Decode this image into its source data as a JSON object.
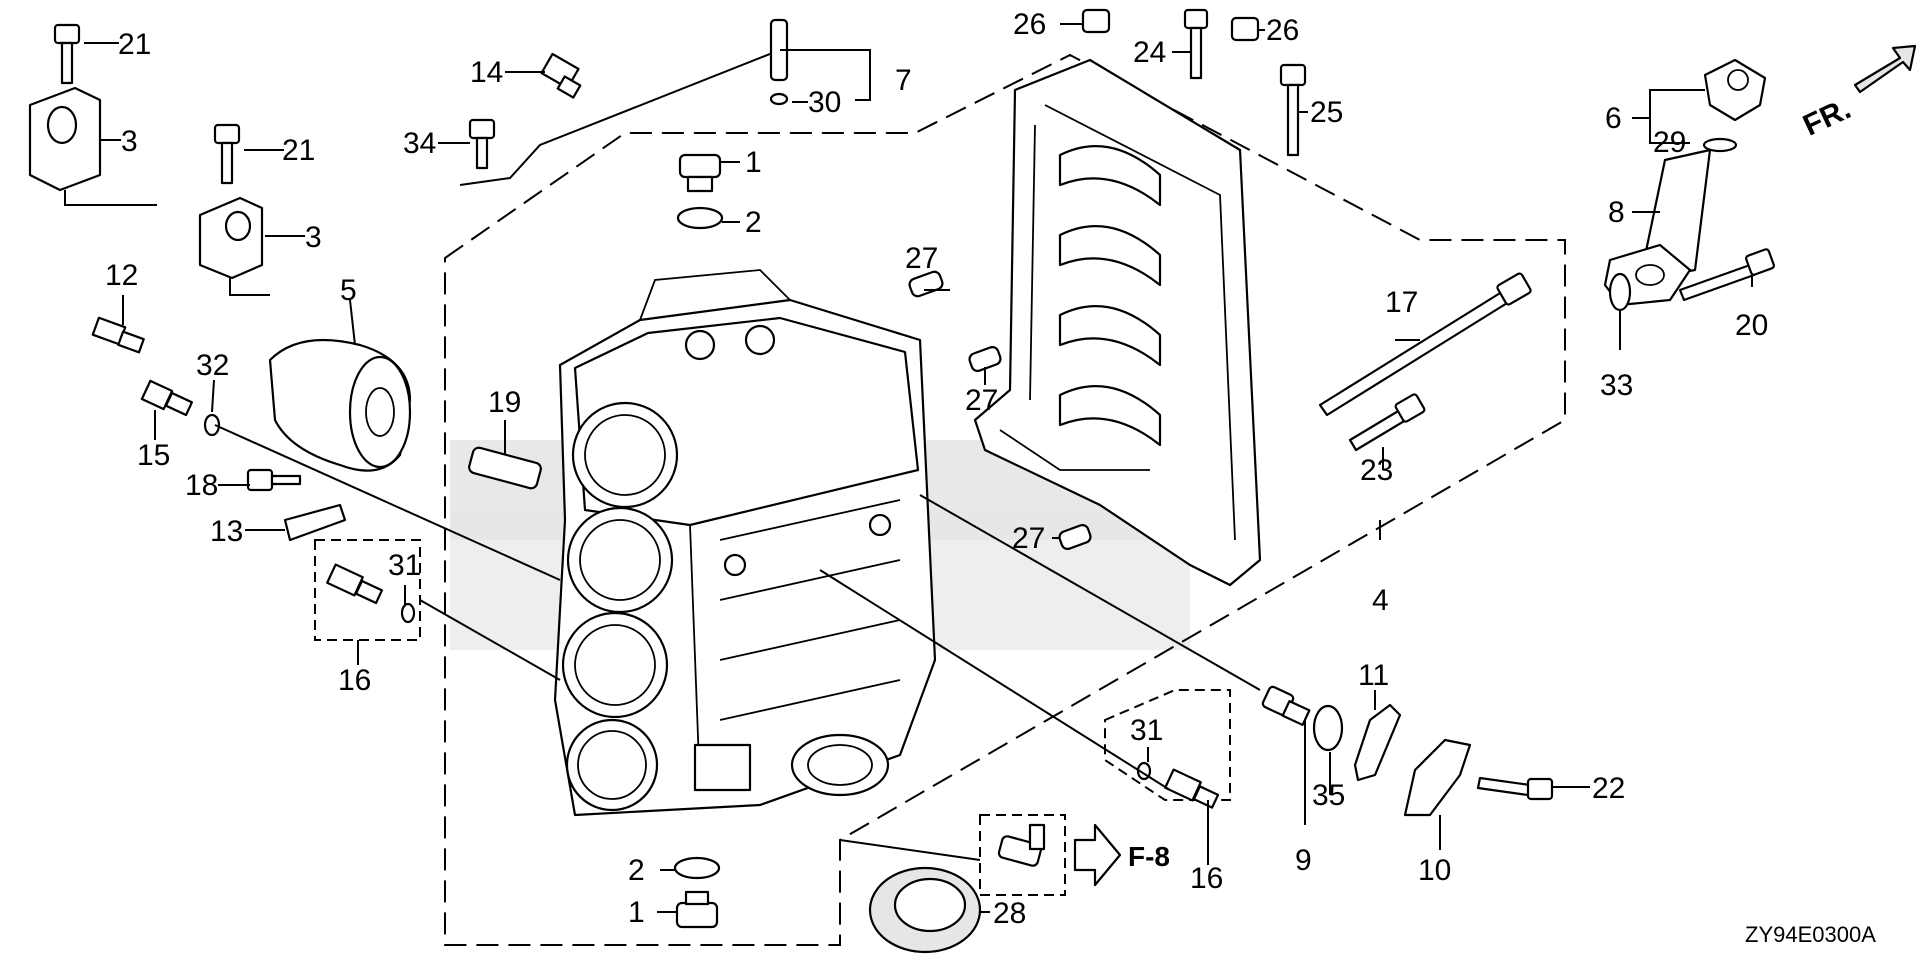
{
  "callouts": {
    "c1a": "1",
    "c1b": "1",
    "c2a": "2",
    "c2b": "2",
    "c3a": "3",
    "c3b": "3",
    "c4": "4",
    "c5": "5",
    "c6": "6",
    "c7": "7",
    "c8": "8",
    "c9": "9",
    "c10": "10",
    "c11": "11",
    "c12": "12",
    "c13": "13",
    "c14": "14",
    "c15": "15",
    "c16a": "16",
    "c16b": "16",
    "c17": "17",
    "c18": "18",
    "c19": "19",
    "c20": "20",
    "c21a": "21",
    "c21b": "21",
    "c22": "22",
    "c23": "23",
    "c24": "24",
    "c25": "25",
    "c26a": "26",
    "c26b": "26",
    "c27a": "27",
    "c27b": "27",
    "c27c": "27",
    "c28": "28",
    "c29": "29",
    "c30": "30",
    "c31a": "31",
    "c31b": "31",
    "c32": "32",
    "c33": "33",
    "c34": "34",
    "c35": "35"
  },
  "reference": "F-8",
  "front_marker": "FR.",
  "diagram_code": "ZY94E0300A"
}
